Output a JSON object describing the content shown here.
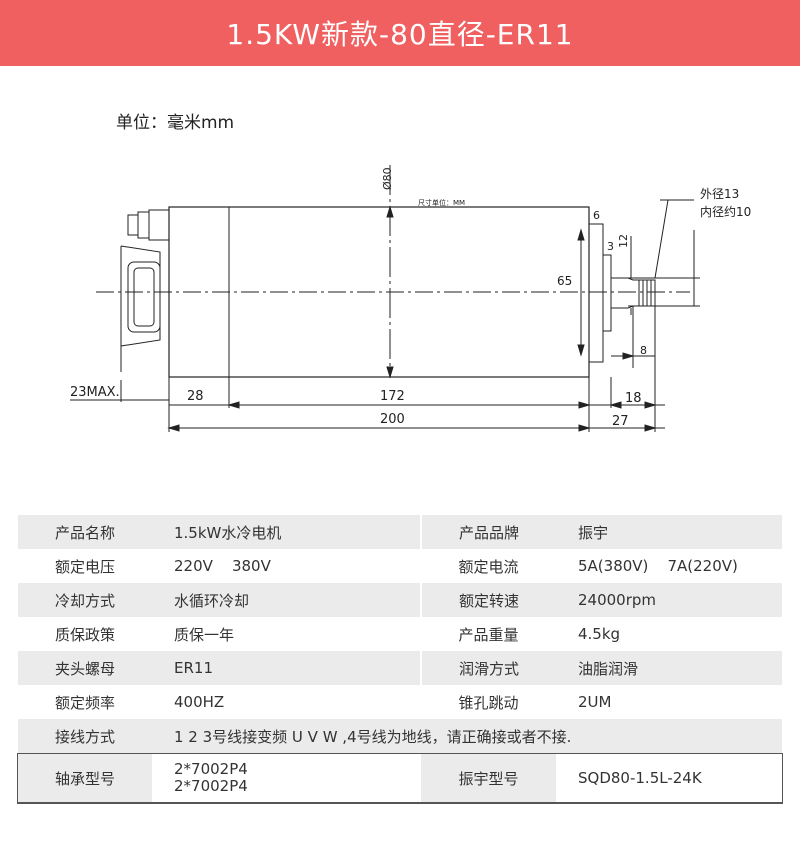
{
  "header": {
    "title": "1.5KW新款-80直径-ER11"
  },
  "unit_label": "单位：毫米mm",
  "drawing": {
    "diameter": "Ø80",
    "size_unit_note": "尺寸单位：MM",
    "outer_diameter": "外径13",
    "inner_diameter": "内径约10",
    "dim_6": "6",
    "dim_3": "3",
    "dim_12": "12",
    "dim_65": "65",
    "dim_8": "8",
    "dim_23max": "23MAX.",
    "dim_28": "28",
    "dim_172": "172",
    "dim_200": "200",
    "dim_18": "18",
    "dim_27": "27"
  },
  "specs": {
    "rows": [
      {
        "l1": "产品名称",
        "v1": "1.5kW水冷电机",
        "l2": "产品品牌",
        "v2": "振宇"
      },
      {
        "l1": "额定电压",
        "v1": "220V    380V",
        "l2": "额定电流",
        "v2": "5A(380V)    7A(220V)"
      },
      {
        "l1": "冷却方式",
        "v1": "水循环冷却",
        "l2": "额定转速",
        "v2": "24000rpm"
      },
      {
        "l1": "质保政策",
        "v1": "质保一年",
        "l2": "产品重量",
        "v2": "4.5kg"
      },
      {
        "l1": "夹头螺母",
        "v1": "ER11",
        "l2": "润滑方式",
        "v2": "油脂润滑"
      },
      {
        "l1": "额定频率",
        "v1": "400HZ",
        "l2": "锥孔跳动",
        "v2": "2UM"
      }
    ],
    "wiring": {
      "label": "接线方式",
      "value": "1 2 3号线接变频 U V W ,4号线为地线，请正确接或者不接."
    },
    "bearing": {
      "label": "轴承型号",
      "value_1": "2*7002P4",
      "value_2": "2*7002P4",
      "l2": "振宇型号",
      "v2": "SQD80-1.5L-24K"
    }
  }
}
